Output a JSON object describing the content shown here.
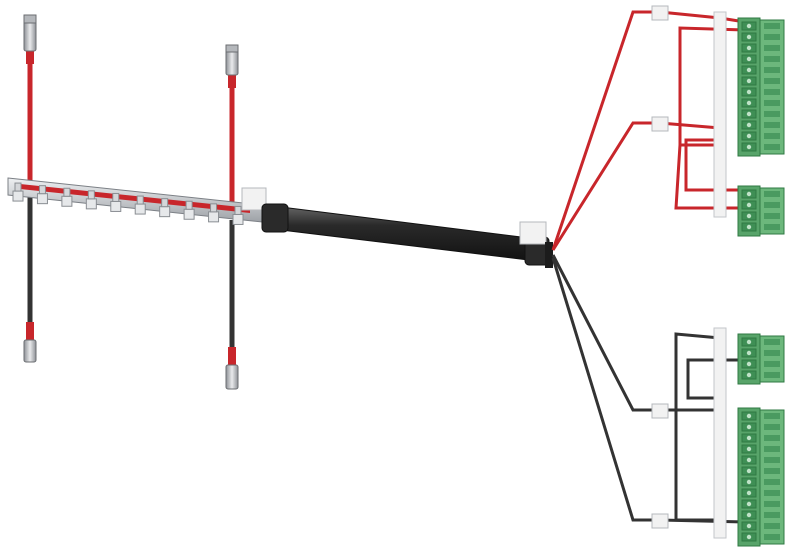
{
  "diagram": {
    "kind": "wiring-harness-illustration",
    "colors": {
      "red_wire": "#c8262b",
      "black_wire": "#333333",
      "ferrule_silver": "#c9ccd0",
      "connector_green": "#58a46a",
      "connector_green_dark": "#2f7a43",
      "sheath": "#2a2a2a",
      "busbar": "#d4d6d9",
      "holder_white": "#f2f2f2"
    },
    "icons": {
      "ferrule": "wire-end-ferrule-icon",
      "terminal_block": "terminal-connector-icon",
      "comb_busbar": "comb-busbar-icon",
      "cable_sheath": "cable-sheath-icon",
      "cable_holder": "cable-holder-icon"
    },
    "counts": {
      "comb_teeth": 10,
      "large_connector_pins": 12,
      "small_connector_pins": 4
    }
  }
}
